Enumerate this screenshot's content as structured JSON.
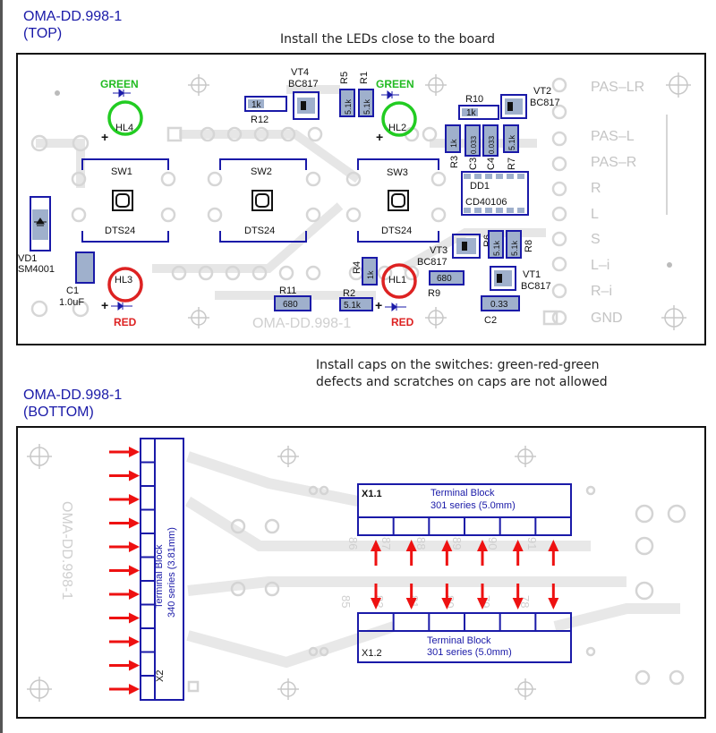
{
  "top": {
    "title": "OMA-DD.998-1",
    "subtitle": "(TOP)",
    "note": "Install the LEDs close to the board",
    "silk_ref": "OMA-DD.998-1",
    "connector_labels": [
      "PAS–LR",
      "PAS–L",
      "PAS–R",
      "R",
      "L",
      "S",
      "L–i",
      "R–i",
      "GND"
    ],
    "leds": [
      {
        "ref": "HL4",
        "color_label": "GREEN",
        "color": "#22cc22"
      },
      {
        "ref": "HL2",
        "color_label": "GREEN",
        "color": "#22cc22"
      },
      {
        "ref": "HL3",
        "color_label": "RED",
        "color": "#dd2222"
      },
      {
        "ref": "HL1",
        "color_label": "RED",
        "color": "#dd2222"
      }
    ],
    "switches": [
      {
        "ref": "SW1",
        "type": "DTS24"
      },
      {
        "ref": "SW2",
        "type": "DTS24"
      },
      {
        "ref": "SW3",
        "type": "DTS24"
      }
    ],
    "transistors": [
      {
        "ref": "VT4",
        "type": "BC817"
      },
      {
        "ref": "VT2",
        "type": "BC817"
      },
      {
        "ref": "VT3",
        "type": "BC817"
      },
      {
        "ref": "VT1",
        "type": "BC817"
      }
    ],
    "resistors": [
      {
        "ref": "R12",
        "value": "1k"
      },
      {
        "ref": "R5",
        "value": "5.1k"
      },
      {
        "ref": "R1",
        "value": "5.1k"
      },
      {
        "ref": "R10",
        "value": "1k"
      },
      {
        "ref": "R3",
        "value": "1k"
      },
      {
        "ref": "R7",
        "value": "5.1k"
      },
      {
        "ref": "R6",
        "value": "5.1k"
      },
      {
        "ref": "R8",
        "value": "5.1k"
      },
      {
        "ref": "R4",
        "value": "1k"
      },
      {
        "ref": "R2",
        "value": "5.1k"
      },
      {
        "ref": "R9",
        "value": "680"
      },
      {
        "ref": "R11",
        "value": "680"
      }
    ],
    "capacitors": [
      {
        "ref": "C3",
        "value": "0.033"
      },
      {
        "ref": "C4",
        "value": "0.033"
      },
      {
        "ref": "C2",
        "value": "0.33"
      },
      {
        "ref": "C1",
        "value": "1.0uF"
      }
    ],
    "ic": {
      "ref": "DD1",
      "type": "CD40106"
    },
    "diode": {
      "ref": "VD1",
      "type": "SM4001"
    },
    "plus": "+"
  },
  "middle_note": {
    "line1": "Install caps on the switches: green-red-green",
    "line2": "defects and scratches on caps are not allowed"
  },
  "bottom": {
    "title": "OMA-DD.998-1",
    "subtitle": "(BOTTOM)",
    "silk_ref": "OMA-DD.998-1",
    "x2": {
      "ref": "X2",
      "line1": "Terminal Block",
      "line2": "340 series (3.81mm)"
    },
    "x11": {
      "ref": "X1.1",
      "line1": "Terminal Block",
      "line2": "301 series (5.0mm)"
    },
    "x12": {
      "ref": "X1.2",
      "line1": "Terminal Block",
      "line2": "301 series (5.0mm)"
    },
    "pad_numbers_top": [
      "86",
      "87",
      "88",
      "89",
      "90",
      "91"
    ],
    "pad_numbers_bottom": [
      "85",
      "82",
      "81",
      "80",
      "79",
      "78"
    ]
  },
  "colors": {
    "blue": "#1a1aa8",
    "arrow_red": "#ee1111",
    "silk": "#cfcfcf",
    "part_fill": "#9fb0cc"
  }
}
